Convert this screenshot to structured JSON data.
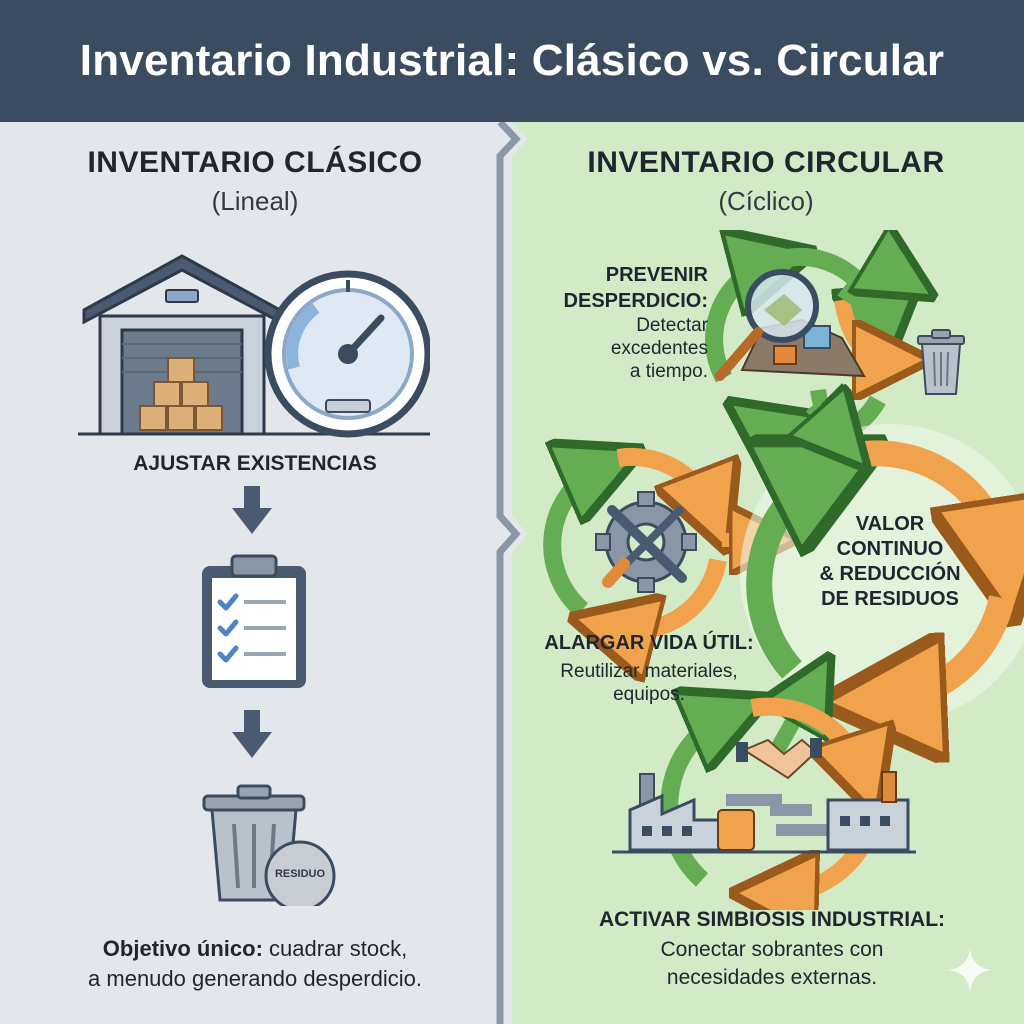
{
  "header": {
    "title": "Inventario Industrial: Clásico vs. Circular"
  },
  "left": {
    "title": "INVENTARIO CLÁSICO",
    "subtitle": "(Lineal)",
    "step1_label": "AJUSTAR EXISTENCIAS",
    "residue_badge": "RESIDUO",
    "footer_bold": "Objetivo único:",
    "footer_text": " cuadrar stock,",
    "footer_line2": "a menudo generando desperdicio.",
    "icons": [
      "warehouse-icon",
      "gauge-icon",
      "arrow-down-icon",
      "clipboard-checklist-icon",
      "trash-bin-icon"
    ]
  },
  "right": {
    "title": "INVENTARIO CIRCULAR",
    "subtitle": "(Cíclico)",
    "prevent_title_1": "PREVENIR",
    "prevent_title_2": "DESPERDICIO:",
    "prevent_text": [
      "Detectar",
      "excedentes",
      "a tiempo."
    ],
    "center_text": [
      "VALOR",
      "CONTINUO",
      "& REDUCCIÓN",
      "DE RESIDUOS"
    ],
    "extend_title": "ALARGAR VIDA ÚTIL:",
    "extend_text": [
      "Reutilizar materiales,",
      "equipos."
    ],
    "symbiosis_title": "ACTIVAR SIMBIOSIS INDUSTRIAL:",
    "symbiosis_text": [
      "Conectar sobrantes con",
      "necesidades externas."
    ],
    "icons": [
      "magnifier-icon",
      "trash-bin-icon",
      "wrench-screwdriver-gear-icon",
      "handshake-icon",
      "factory-icon",
      "cycle-arrows-icon"
    ]
  },
  "colors": {
    "header": "#3c4c60",
    "left_bg": "#e3e7ec",
    "right_bg": "#d3eac7",
    "green": "#64ad52",
    "orange": "#f0a24c"
  }
}
